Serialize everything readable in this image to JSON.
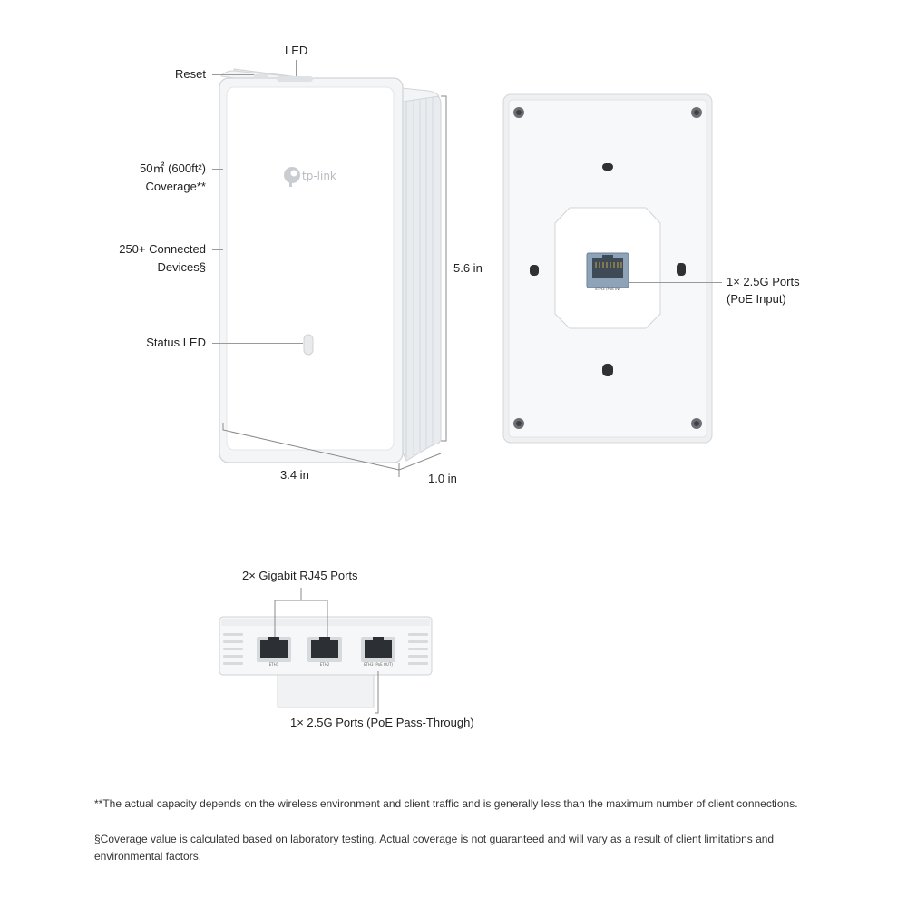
{
  "callouts": {
    "led": "LED",
    "reset": "Reset",
    "coverage_line1": "50㎡ (600ft²)",
    "coverage_line2": "Coverage**",
    "devices_line1": "250+ Connected",
    "devices_line2": "Devices§",
    "status_led": "Status LED",
    "height": "5.6 in",
    "width": "3.4 in",
    "depth": "1.0 in",
    "poe_input_line1": "1× 2.5G Ports",
    "poe_input_line2": "(PoE Input)",
    "gigabit_ports": "2× Gigabit RJ45 Ports",
    "poe_passthrough": "1× 2.5G Ports (PoE Pass-Through)"
  },
  "device": {
    "brand": "tp-link",
    "back_port_label": "ETH3 (PoE IN)",
    "bottom_ports": [
      "ETH1",
      "ETH2",
      "ETH3 (PoE OUT)"
    ]
  },
  "footnotes": {
    "note1": "**The actual capacity depends on the wireless environment and client traffic and is generally less than the maximum number of client connections.",
    "note2": "§Coverage value is calculated based on laboratory testing. Actual coverage is not guaranteed and will vary as a result of client limitations and environmental factors."
  },
  "colors": {
    "port_blue": "#8fa3b8",
    "line_gray": "#9a9a9a"
  }
}
